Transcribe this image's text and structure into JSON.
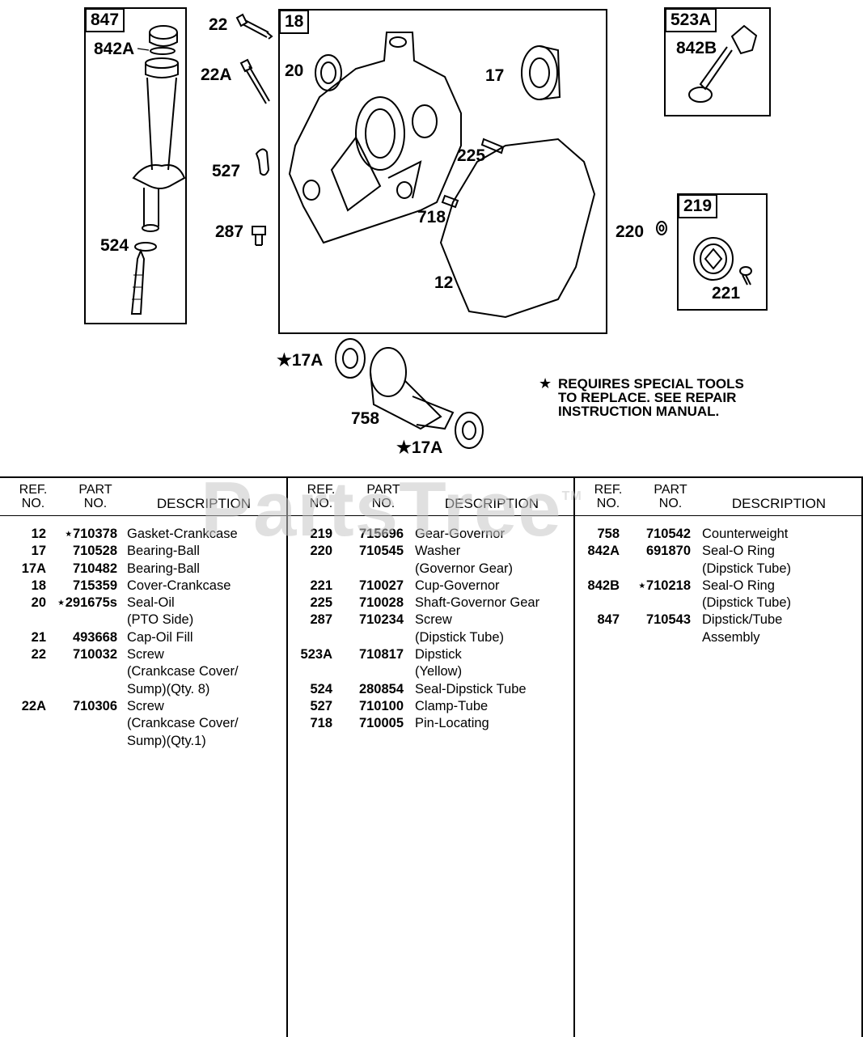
{
  "callouts": {
    "c22": "22",
    "c22a": "22A",
    "c20": "20",
    "c17": "17",
    "c225": "225",
    "c527": "527",
    "c287": "287",
    "c718": "718",
    "c12": "12",
    "c842a": "842A",
    "c524": "524",
    "c842b": "842B",
    "c220": "220",
    "c221": "221",
    "c17a_top": "★17A",
    "c17a_bottom": "★17A",
    "c758": "758"
  },
  "boxes": {
    "b847": "847",
    "b18": "18",
    "b523a": "523A",
    "b219": "219"
  },
  "note": {
    "star": "★",
    "lines": [
      "REQUIRES SPECIAL TOOLS",
      "TO REPLACE. SEE REPAIR",
      "INSTRUCTION MANUAL."
    ]
  },
  "table": {
    "headers": {
      "ref": [
        "REF.",
        "NO."
      ],
      "part": [
        "PART",
        "NO."
      ],
      "desc": "DESCRIPTION"
    },
    "columns": [
      [
        {
          "ref": "12",
          "part": "⋆710378",
          "desc": [
            "Gasket-Crankcase"
          ]
        },
        {
          "ref": "17",
          "part": "710528",
          "desc": [
            "Bearing-Ball"
          ]
        },
        {
          "ref": "17A",
          "part": "710482",
          "desc": [
            "Bearing-Ball"
          ]
        },
        {
          "ref": "18",
          "part": "715359",
          "desc": [
            "Cover-Crankcase"
          ]
        },
        {
          "ref": "20",
          "part": "⋆291675s",
          "desc": [
            "Seal-Oil",
            "(PTO Side)"
          ]
        },
        {
          "ref": "21",
          "part": "493668",
          "desc": [
            "Cap-Oil Fill"
          ]
        },
        {
          "ref": "22",
          "part": "710032",
          "desc": [
            "Screw",
            "(Crankcase Cover/",
            "Sump)(Qty. 8)"
          ]
        },
        {
          "ref": "22A",
          "part": "710306",
          "desc": [
            "Screw",
            "(Crankcase Cover/",
            "Sump)(Qty.1)"
          ]
        }
      ],
      [
        {
          "ref": "219",
          "part": "715696",
          "desc": [
            "Gear-Governor"
          ]
        },
        {
          "ref": "220",
          "part": "710545",
          "desc": [
            "Washer",
            "(Governor Gear)"
          ]
        },
        {
          "ref": "221",
          "part": "710027",
          "desc": [
            "Cup-Governor"
          ]
        },
        {
          "ref": "225",
          "part": "710028",
          "desc": [
            "Shaft-Governor Gear"
          ]
        },
        {
          "ref": "287",
          "part": "710234",
          "desc": [
            "Screw",
            "(Dipstick Tube)"
          ]
        },
        {
          "ref": "523A",
          "part": "710817",
          "desc": [
            "Dipstick",
            "(Yellow)"
          ]
        },
        {
          "ref": "524",
          "part": "280854",
          "desc": [
            "Seal-Dipstick Tube"
          ]
        },
        {
          "ref": "527",
          "part": "710100",
          "desc": [
            "Clamp-Tube"
          ]
        },
        {
          "ref": "718",
          "part": "710005",
          "desc": [
            "Pin-Locating"
          ]
        }
      ],
      [
        {
          "ref": "758",
          "part": "710542",
          "desc": [
            "Counterweight"
          ]
        },
        {
          "ref": "842A",
          "part": "691870",
          "desc": [
            "Seal-O Ring",
            "(Dipstick Tube)"
          ]
        },
        {
          "ref": "842B",
          "part": "⋆710218",
          "desc": [
            "Seal-O Ring",
            "(Dipstick Tube)"
          ]
        },
        {
          "ref": "847",
          "part": "710543",
          "desc": [
            "Dipstick/Tube",
            "Assembly"
          ]
        }
      ]
    ]
  },
  "watermark": {
    "text": "PartsTree",
    "tm": "TM"
  }
}
